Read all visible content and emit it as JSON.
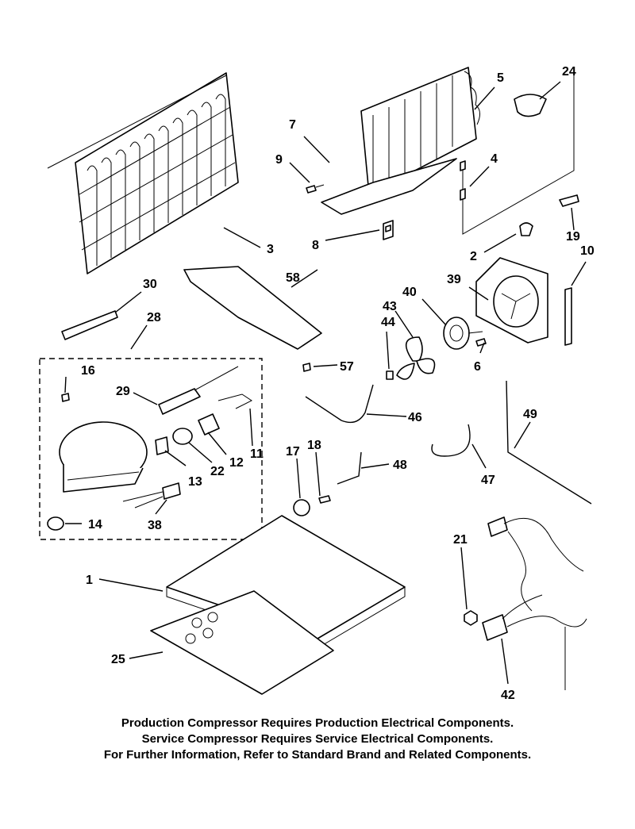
{
  "callouts": {
    "c1": "1",
    "c2": "2",
    "c3": "3",
    "c4": "4",
    "c5": "5",
    "c6": "6",
    "c7": "7",
    "c8": "8",
    "c9": "9",
    "c10": "10",
    "c11": "11",
    "c12": "12",
    "c13": "13",
    "c14": "14",
    "c16": "16",
    "c17": "17",
    "c18": "18",
    "c19": "19",
    "c21": "21",
    "c22": "22",
    "c24": "24",
    "c25": "25",
    "c28": "28",
    "c29": "29",
    "c30": "30",
    "c38": "38",
    "c39": "39",
    "c40": "40",
    "c42": "42",
    "c43": "43",
    "c44": "44",
    "c46": "46",
    "c47": "47",
    "c48": "48",
    "c49": "49",
    "c57": "57",
    "c58": "58"
  },
  "notes": [
    "Production Compressor Requires Production Electrical Components.",
    "Service Compressor Requires Service Electrical Components.",
    "For Further Information, Refer to Standard Brand and Related Components."
  ]
}
